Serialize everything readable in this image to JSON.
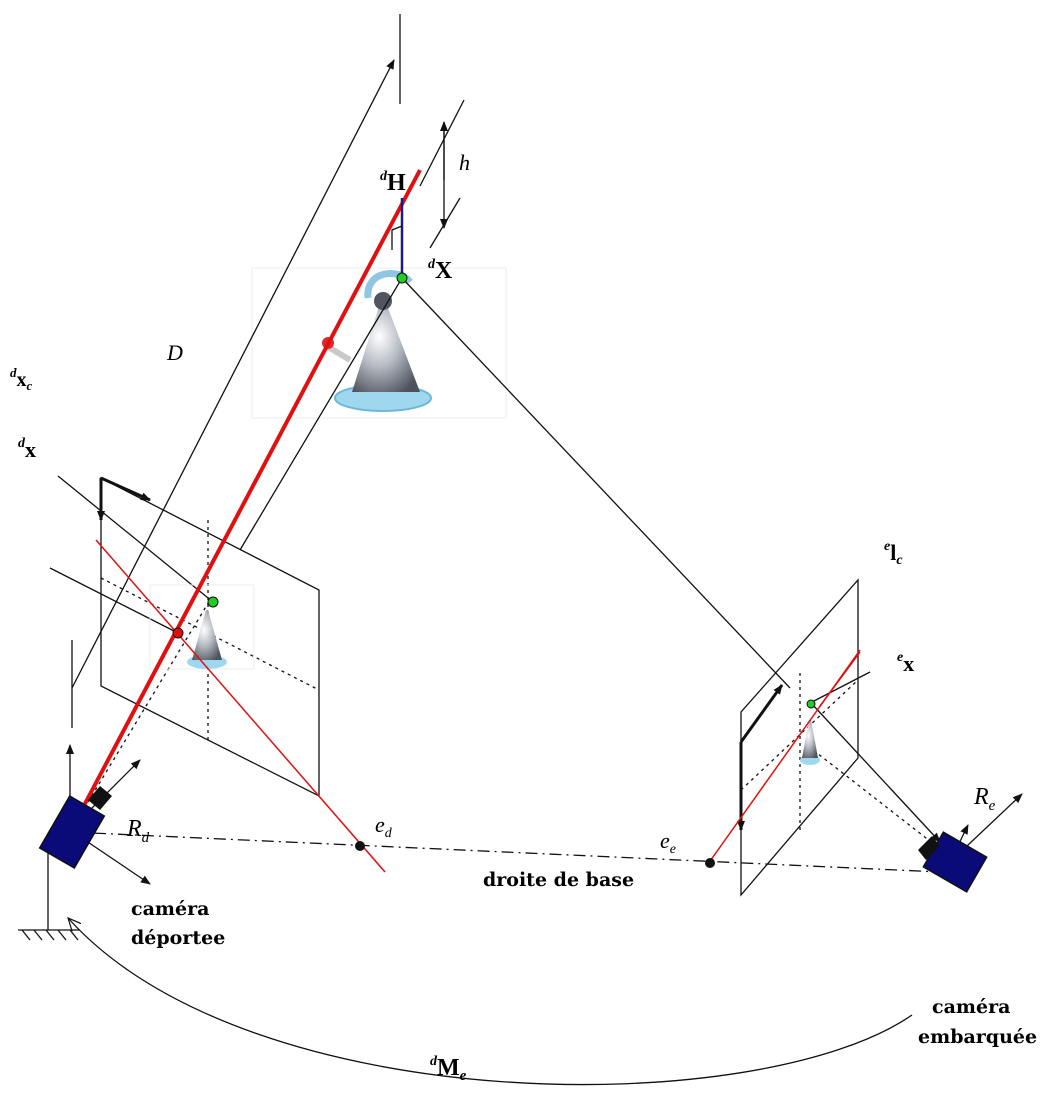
{
  "labels": {
    "D": "D",
    "h": "h",
    "H_sup": "d",
    "H_main": "H",
    "X_sup": "d",
    "X_main": "X",
    "xc_sup": "d",
    "xc_main": "x",
    "xc_sub": "c",
    "x_sup": "d",
    "x_main": "x",
    "lc_sup": "e",
    "lc_main": "l",
    "lc_sub": "c",
    "ex_sup": "e",
    "ex_main": "x",
    "Rd_main": "R",
    "Rd_sub": "d",
    "Re_main": "R",
    "Re_sub": "e",
    "ed_main": "e",
    "ed_sub": "d",
    "ee_main": "e",
    "ee_sub": "e",
    "M_sup": "d",
    "M_main": "M",
    "M_sub": "e"
  },
  "captions": {
    "baseline": "droite de base",
    "cam_d_line1": "caméra",
    "cam_d_line2": "déportee",
    "cam_e_line1": "caméra",
    "cam_e_line2": "embarquée"
  },
  "colors": {
    "line": "#111111",
    "red": "#e01010",
    "green": "#22cc22",
    "camera": "#0a0a78",
    "blue_seg": "#1a1a80"
  }
}
